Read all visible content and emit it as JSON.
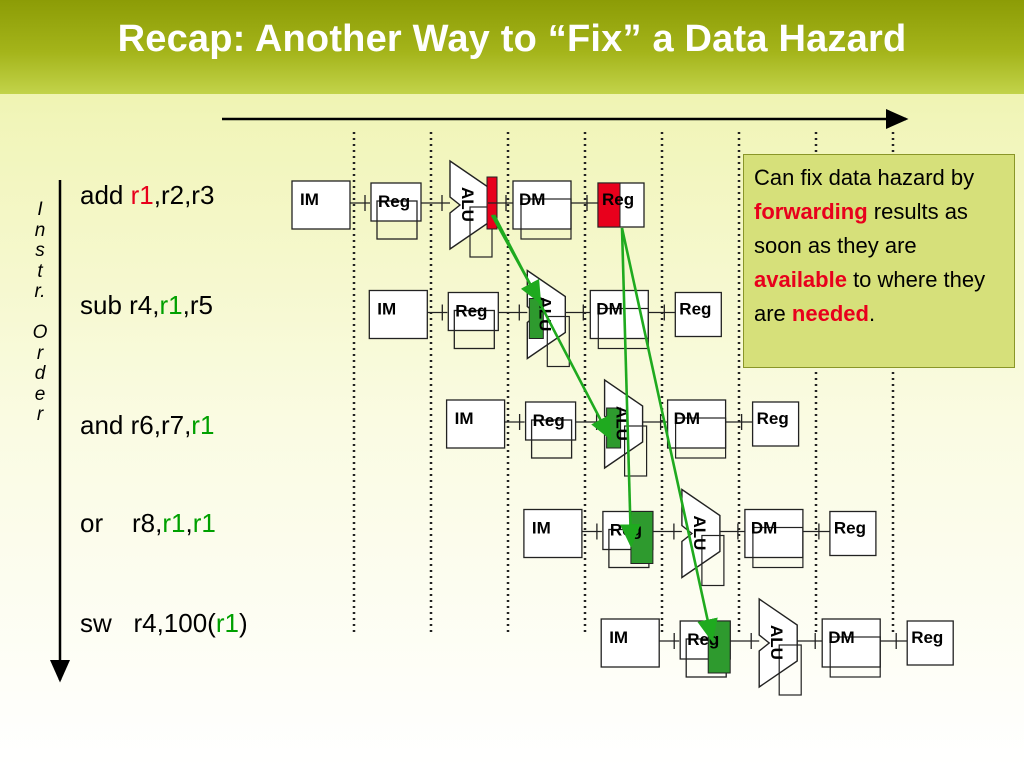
{
  "title": "Recap: Another Way to “Fix” a Data Hazard",
  "order_axis_label": [
    "I",
    "n",
    "s",
    "t",
    "r.",
    "",
    "O",
    "r",
    "d",
    "e",
    "r"
  ],
  "instructions": [
    {
      "parts": [
        {
          "t": "add ",
          "c": ""
        },
        {
          "t": "r1",
          "c": "red"
        },
        {
          "t": ",r2,r3",
          "c": ""
        }
      ]
    },
    {
      "parts": [
        {
          "t": "sub r4,",
          "c": ""
        },
        {
          "t": "r1",
          "c": "green"
        },
        {
          "t": ",r5",
          "c": ""
        }
      ]
    },
    {
      "parts": [
        {
          "t": "and r6,r7,",
          "c": ""
        },
        {
          "t": "r1",
          "c": "green"
        }
      ]
    },
    {
      "parts": [
        {
          "t": "or    r8,",
          "c": ""
        },
        {
          "t": "r1",
          "c": "green"
        },
        {
          "t": ",",
          "c": ""
        },
        {
          "t": "r1",
          "c": "green"
        }
      ]
    },
    {
      "parts": [
        {
          "t": "sw   r4,100(",
          "c": ""
        },
        {
          "t": "r1",
          "c": "green"
        },
        {
          "t": ")",
          "c": ""
        }
      ]
    }
  ],
  "pipeline": {
    "stages": {
      "im": "IM",
      "reg": "Reg",
      "alu": "ALU",
      "dm": "DM",
      "wb": "Reg"
    },
    "rows": 5
  },
  "note": {
    "t1": "Can fix data hazard by ",
    "forwarding": "forwarding",
    "t2": " results as soon as they are ",
    "available": "available",
    "t3": " to where they are ",
    "needed": "needed",
    "t4": "."
  },
  "colors": {
    "accent_red": "#e8001c",
    "accent_green": "#00a000",
    "forward_arrow": "#1faa1f",
    "title_bar": "#9aab10",
    "note_bg": "#d6e07a"
  }
}
